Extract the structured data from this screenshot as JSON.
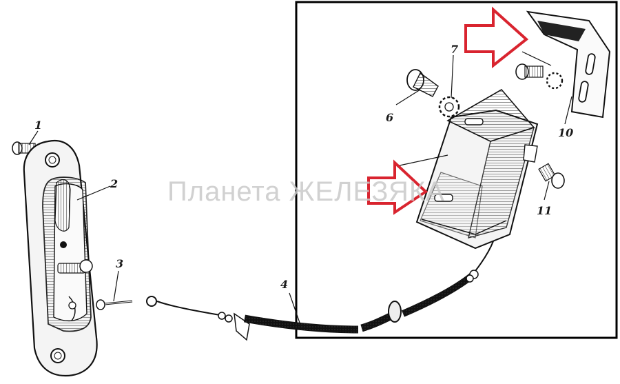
{
  "watermark": "Планета ЖЕЛЕЗЯКА",
  "callouts": [
    "1",
    "2",
    "3",
    "4",
    "6",
    "7",
    "10",
    "11"
  ],
  "colors": {
    "frame": "#000000",
    "arrow": "#d9242f",
    "ink": "#1a1a1a",
    "paper": "#ffffff"
  },
  "parts": [
    "door-handle-housing-icon",
    "screw-icon",
    "pin-icon",
    "cable-icon",
    "bolt-icon",
    "lock-washer-icon",
    "bracket-icon",
    "latch-body-icon",
    "small-screw-icon"
  ]
}
